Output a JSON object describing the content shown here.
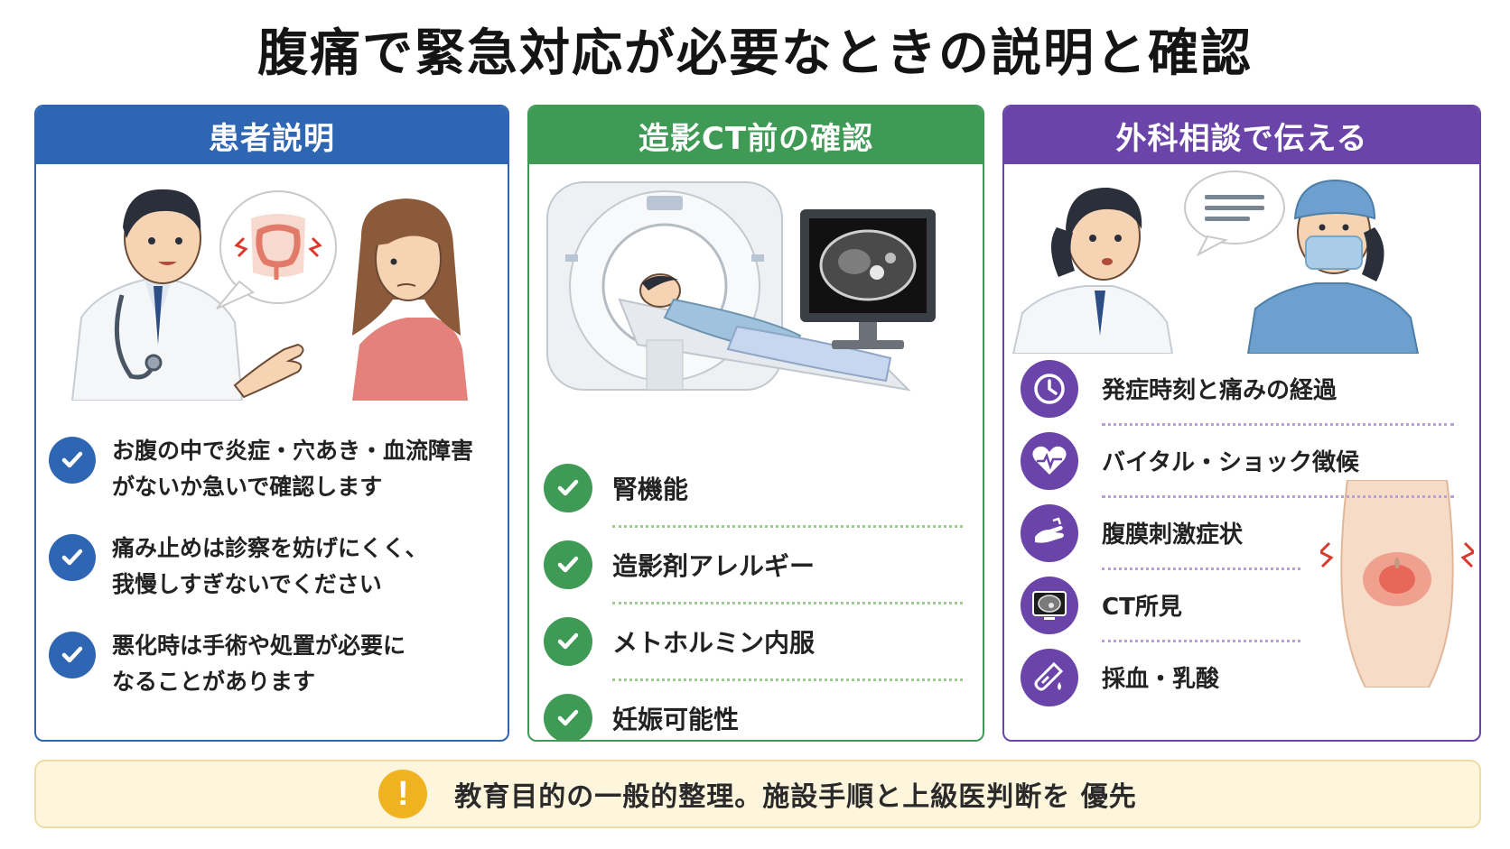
{
  "title": "腹痛で緊急対応が必要なときの説明と確認",
  "colors": {
    "blue": "#2f66b3",
    "green": "#3f9a56",
    "purple": "#6a44a8",
    "warning": "#f1b21f"
  },
  "panels": [
    {
      "title": "患者説明",
      "items": [
        {
          "icon": "check-icon",
          "line1": "お腹の中で炎症・穴あき・血流障害",
          "line2": "がないか急いで確認します"
        },
        {
          "icon": "check-icon",
          "line1": "痛み止めは診察を妨げにくく、",
          "line2": "我慢しすぎないでください"
        },
        {
          "icon": "check-icon",
          "line1": "悪化時は手術や処置が必要に",
          "line2": "なることがあります"
        }
      ]
    },
    {
      "title": "造影CT前の確認",
      "items": [
        {
          "icon": "check-icon",
          "label": "腎機能"
        },
        {
          "icon": "check-icon",
          "label": "造影剤アレルギー"
        },
        {
          "icon": "check-icon",
          "label": "メトホルミン内服"
        },
        {
          "icon": "check-icon",
          "label": "妊娠可能性"
        }
      ]
    },
    {
      "title": "外科相談で伝える",
      "items": [
        {
          "icon": "clock-icon",
          "label": "発症時刻と痛みの経過"
        },
        {
          "icon": "heart-pulse-icon",
          "label": "バイタル・ショック徴候"
        },
        {
          "icon": "hand-abdomen-icon",
          "label": "腹膜刺激症状"
        },
        {
          "icon": "ct-scan-icon",
          "label": "CT所見"
        },
        {
          "icon": "blood-tube-icon",
          "label": "採血・乳酸"
        }
      ]
    }
  ],
  "footer": {
    "icon": "warning-icon",
    "text": "教育目的の一般的整理。施設手順と上級医判断を 優先"
  }
}
